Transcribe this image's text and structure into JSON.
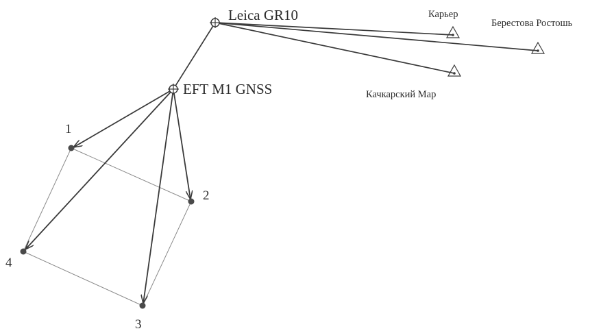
{
  "stations": {
    "leica": {
      "label": "Leica GR10"
    },
    "eft": {
      "label": "EFT M1 GNSS"
    }
  },
  "reference_points": {
    "karier": {
      "label": "Карьер"
    },
    "berestova": {
      "label": "Берестова Ростошь"
    },
    "kachkarsky": {
      "label": "Качкарский Мар"
    }
  },
  "survey_points": {
    "p1": {
      "label": "1"
    },
    "p2": {
      "label": "2"
    },
    "p3": {
      "label": "3"
    },
    "p4": {
      "label": "4"
    }
  },
  "colors": {
    "line": "#3a3a3a",
    "side": "#8a8a8a",
    "point": "#4a4a4a",
    "background": "#ffffff"
  },
  "icons": {
    "station": "gps-antenna-icon",
    "reference": "triangulation-point-icon",
    "survey_point": "survey-point-icon"
  }
}
